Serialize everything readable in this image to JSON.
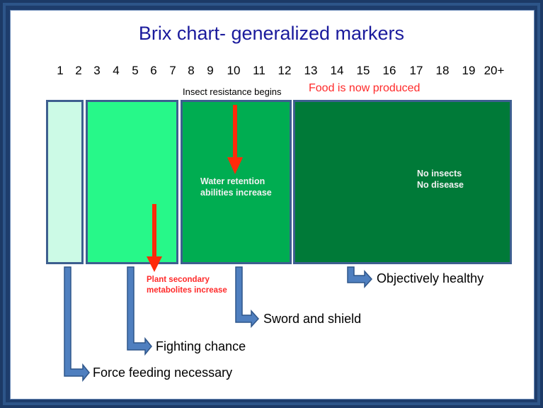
{
  "title": "Brix chart- generalized markers",
  "chart_data": {
    "type": "diagram",
    "title": "Brix chart- generalized markers",
    "scale_ticks": [
      "1",
      "2",
      "3",
      "4",
      "5",
      "6",
      "7",
      "8",
      "9",
      "10",
      "11",
      "12",
      "13",
      "14",
      "15",
      "16",
      "17",
      "18",
      "19",
      "20+"
    ],
    "zones": [
      {
        "range": "1-2",
        "color": "#ccfae6",
        "text": ""
      },
      {
        "range": "3-7",
        "color": "#27f889",
        "text": ""
      },
      {
        "range": "8-12",
        "color": "#00ad51",
        "text": "Water retention abilities increase"
      },
      {
        "range": "13-20+",
        "color": "#007a38",
        "text": "No insects No disease"
      }
    ],
    "annotations": [
      {
        "text": "Insect resistance begins",
        "at": 10
      },
      {
        "text": "Food is now produced",
        "at": 13,
        "color": "#ff2a2a"
      },
      {
        "text": "Plant secondary metabolites increase",
        "at": 6,
        "color": "#ff2a2a"
      }
    ],
    "markers": [
      {
        "zone": "1-2",
        "label": "Force feeding necessary"
      },
      {
        "zone": "3-7",
        "label": "Fighting chance"
      },
      {
        "zone": "8-12",
        "label": "Sword and shield"
      },
      {
        "zone": "13-20+",
        "label": "Objectively healthy"
      }
    ]
  },
  "ticks": [
    "1",
    "2",
    "3",
    "4",
    "5",
    "6",
    "7",
    "8",
    "9",
    "10",
    "11",
    "12",
    "13",
    "14",
    "15",
    "16",
    "17",
    "18",
    "19",
    "20+"
  ],
  "notes": {
    "insect_resistance": "Insect resistance begins",
    "food_produced": "Food is now produced",
    "plant_secondary_1": "Plant secondary",
    "plant_secondary_2": "metabolites increase"
  },
  "boxes": {
    "water_1": "Water retention",
    "water_2": "abilities increase",
    "no_insects": "No insects",
    "no_disease": "No disease"
  },
  "labels": {
    "force_feeding": "Force feeding necessary",
    "fighting_chance": "Fighting chance",
    "sword_shield": "Sword and shield",
    "objectively_healthy": "Objectively healthy"
  },
  "colors": {
    "zone1": "#ccfae6",
    "zone2": "#27f889",
    "zone3": "#00ad51",
    "zone4": "#007a38",
    "arrow_red": "#ff2a0a",
    "connector_blue": "#4f7fbf",
    "title_blue": "#1a1a9c"
  }
}
